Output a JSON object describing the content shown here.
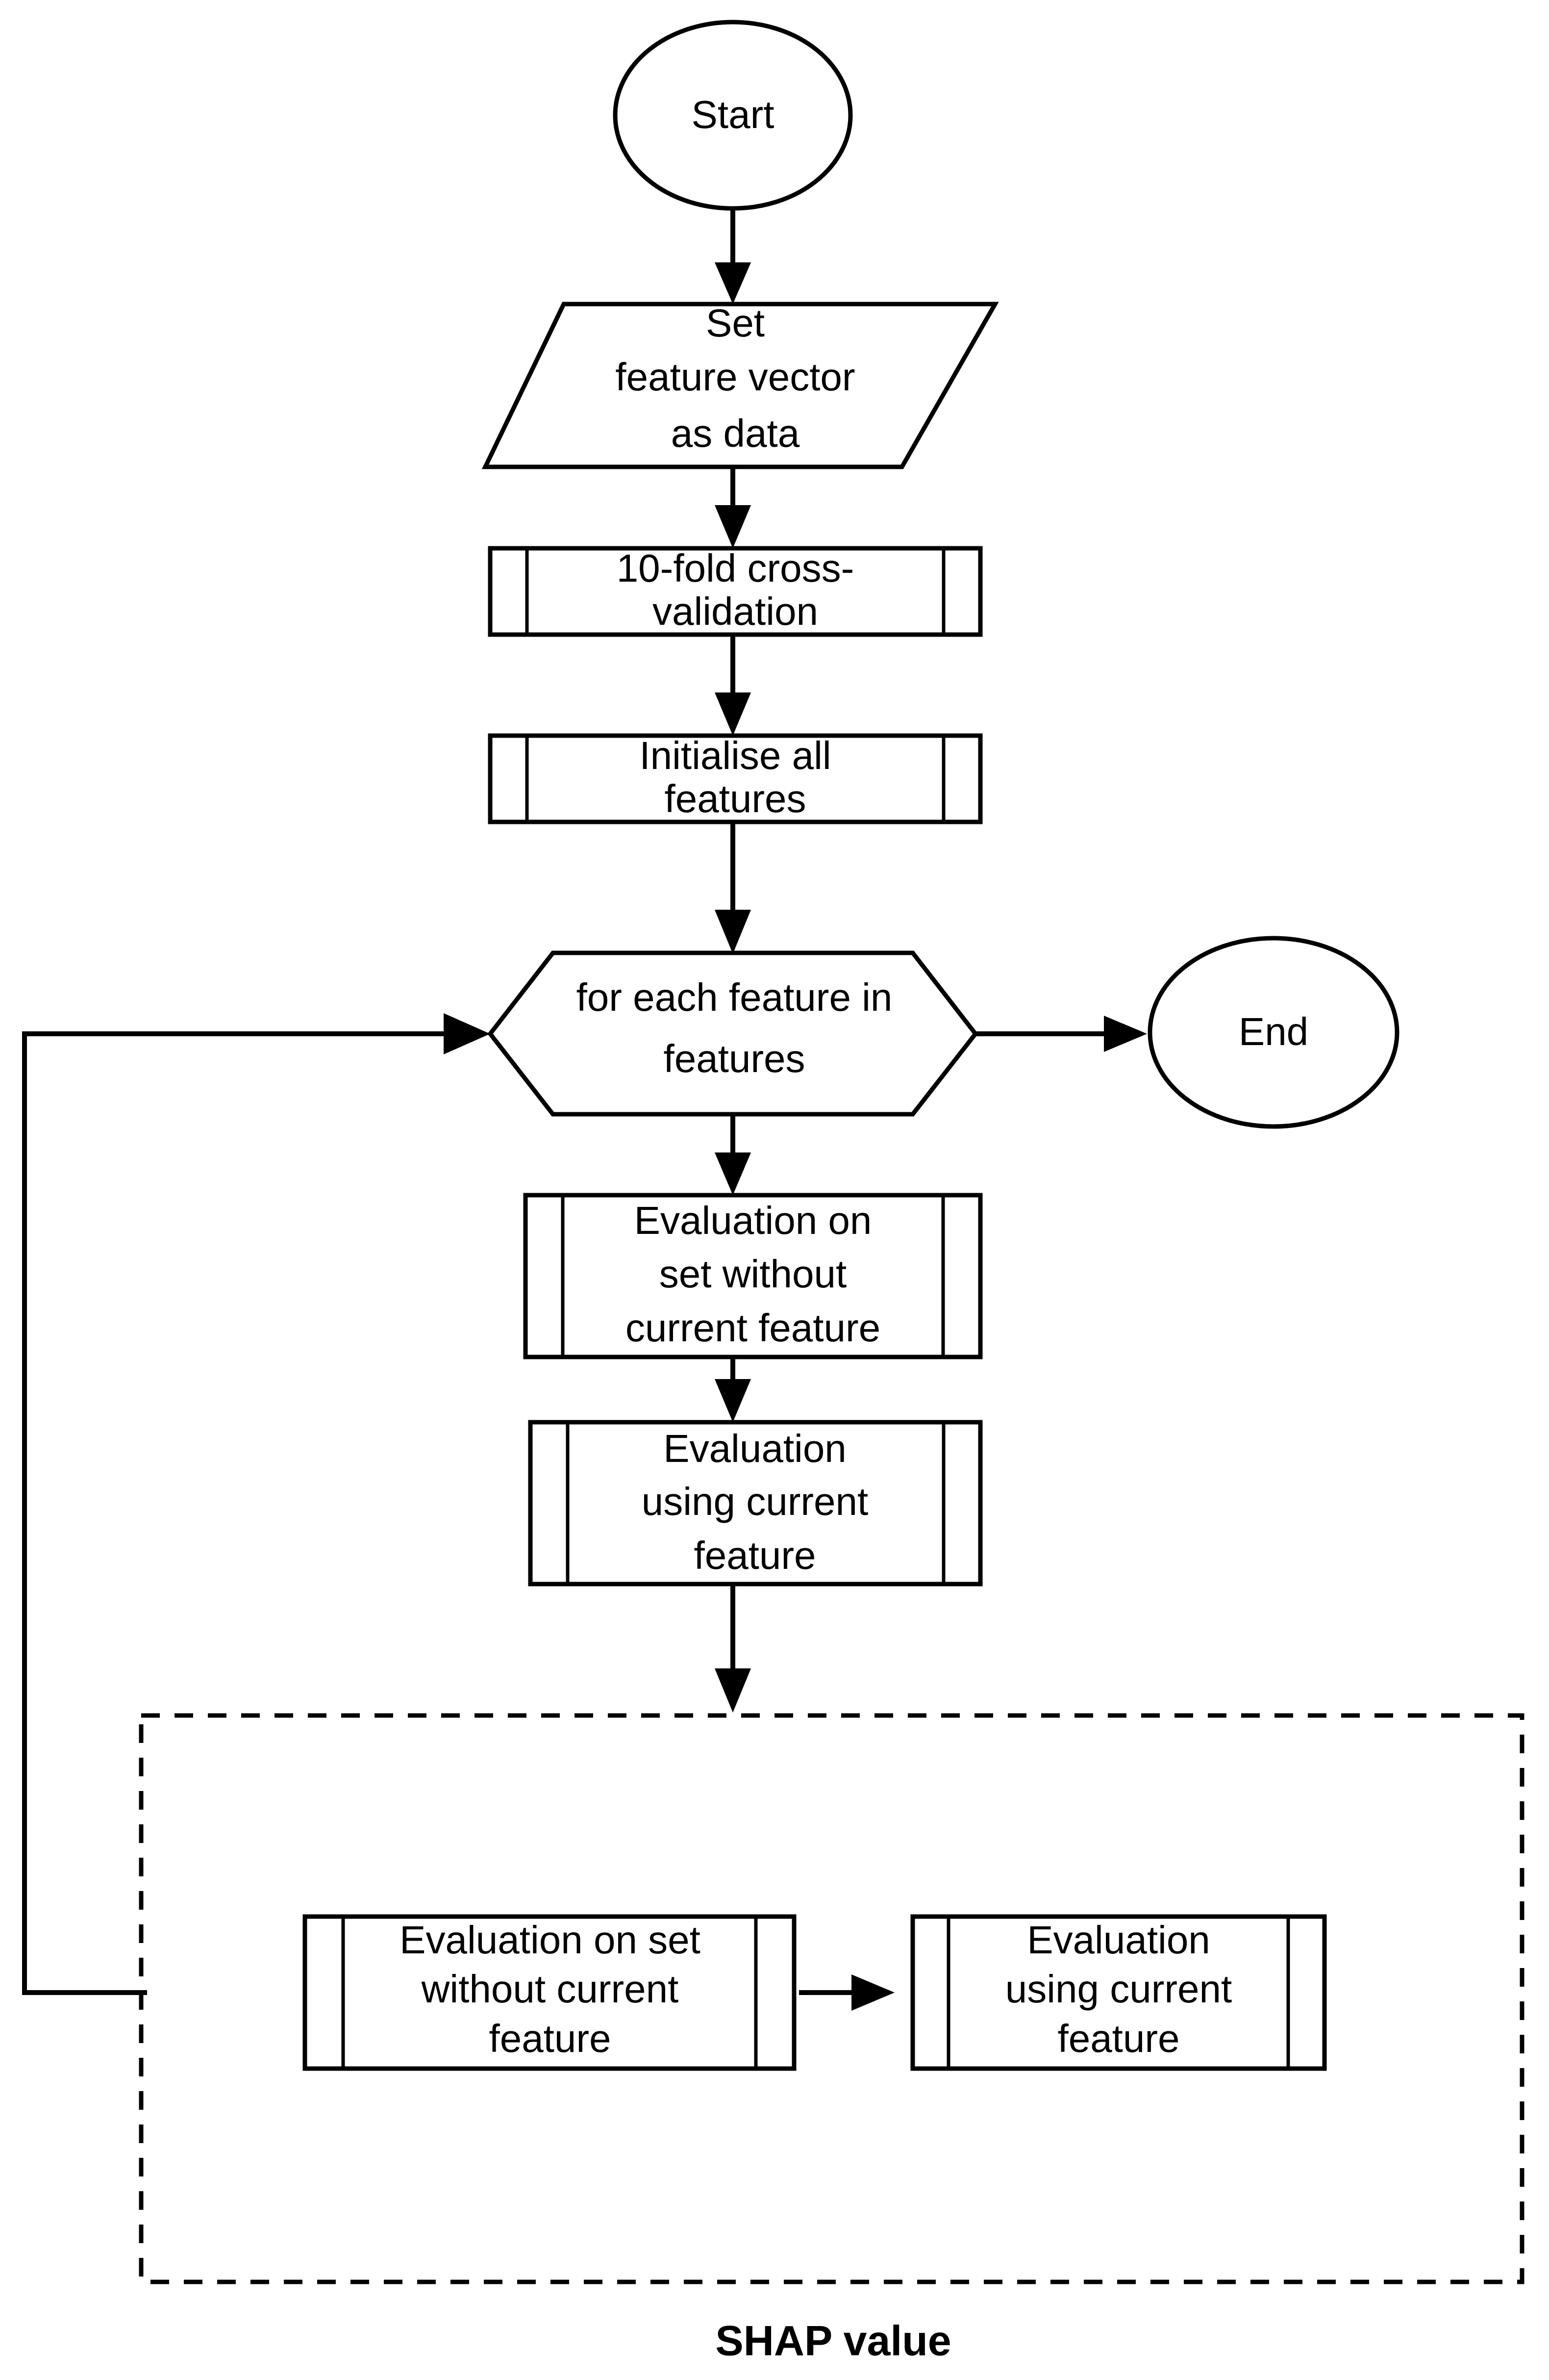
{
  "diagram": {
    "title": "SHAP value feature evaluation flowchart",
    "caption": "SHAP value",
    "background_color": "#ffffff",
    "line_color": "#000000",
    "nodes": {
      "start": {
        "label": "Start",
        "shape": "ellipse"
      },
      "set_data": {
        "line1": "Set",
        "line2": "feature vector",
        "line3": "as data",
        "shape": "parallelogram"
      },
      "cross_validation": {
        "line1": "10-fold cross-",
        "line2": "validation",
        "shape": "predefined-process"
      },
      "initialise": {
        "line1": "Initialise all",
        "line2": "features",
        "shape": "predefined-process"
      },
      "loop": {
        "line1": "for each feature in",
        "line2": "features",
        "shape": "hexagon"
      },
      "end": {
        "label": "End",
        "shape": "ellipse"
      },
      "eval_without_main": {
        "line1": "Evaluation on",
        "line2": "set without",
        "line3": "current feature",
        "shape": "predefined-process"
      },
      "eval_using_main": {
        "line1": "Evaluation",
        "line2": "using current",
        "line3": "feature",
        "shape": "predefined-process"
      },
      "eval_without_shap": {
        "line1": "Evaluation on set",
        "line2": "without current",
        "line3": "feature",
        "shape": "predefined-process"
      },
      "eval_using_shap": {
        "line1": "Evaluation",
        "line2": "using current",
        "line3": "feature",
        "shape": "predefined-process"
      }
    },
    "edges": [
      {
        "from": "start",
        "to": "set_data",
        "style": "solid-arrow"
      },
      {
        "from": "set_data",
        "to": "cross_validation",
        "style": "solid-arrow"
      },
      {
        "from": "cross_validation",
        "to": "initialise",
        "style": "solid-arrow"
      },
      {
        "from": "initialise",
        "to": "loop",
        "style": "solid-arrow"
      },
      {
        "from": "loop",
        "to": "end",
        "style": "solid-arrow"
      },
      {
        "from": "loop",
        "to": "eval_without_main",
        "style": "solid-arrow"
      },
      {
        "from": "eval_without_main",
        "to": "eval_using_main",
        "style": "solid-arrow"
      },
      {
        "from": "eval_using_main",
        "to": "shap_group",
        "style": "solid-arrow"
      },
      {
        "from": "eval_without_shap",
        "to": "eval_using_shap",
        "style": "solid-arrow"
      },
      {
        "from": "eval_without_shap",
        "to": "loop",
        "style": "feedback-loop"
      }
    ],
    "group": {
      "name": "shap_group",
      "style": "dashed",
      "label": "SHAP value"
    }
  }
}
